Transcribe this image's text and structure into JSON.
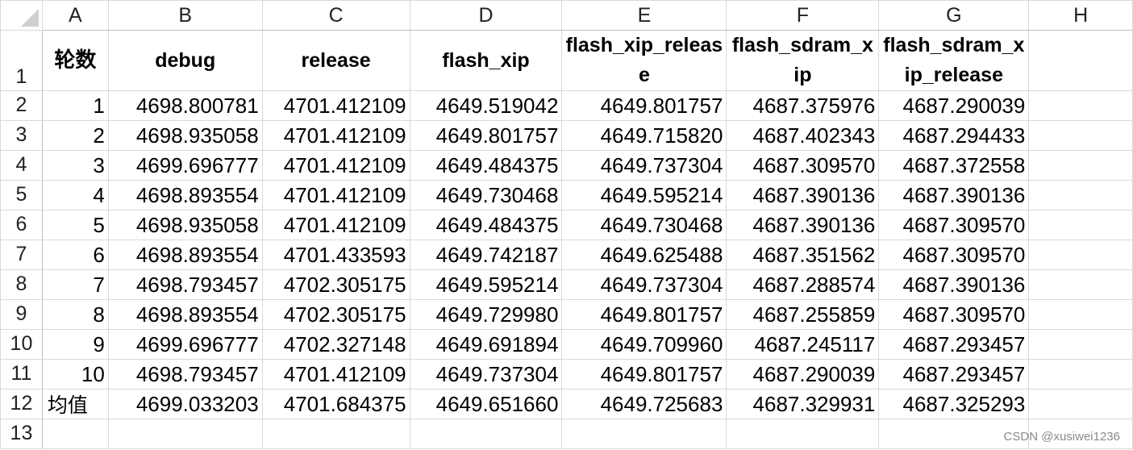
{
  "column_headers": [
    "A",
    "B",
    "C",
    "D",
    "E",
    "F",
    "G",
    "H"
  ],
  "header_row": {
    "row_number": "1",
    "cells": [
      "轮数",
      "debug",
      "release",
      "flash_xip",
      "flash_xip_release",
      "flash_sdram_xip",
      "flash_sdram_xip_release"
    ]
  },
  "rows": [
    {
      "row_number": "2",
      "cells": [
        "1",
        "4698.800781",
        "4701.412109",
        "4649.519042",
        "4649.801757",
        "4687.375976",
        "4687.290039"
      ]
    },
    {
      "row_number": "3",
      "cells": [
        "2",
        "4698.935058",
        "4701.412109",
        "4649.801757",
        "4649.715820",
        "4687.402343",
        "4687.294433"
      ]
    },
    {
      "row_number": "4",
      "cells": [
        "3",
        "4699.696777",
        "4701.412109",
        "4649.484375",
        "4649.737304",
        "4687.309570",
        "4687.372558"
      ]
    },
    {
      "row_number": "5",
      "cells": [
        "4",
        "4698.893554",
        "4701.412109",
        "4649.730468",
        "4649.595214",
        "4687.390136",
        "4687.390136"
      ]
    },
    {
      "row_number": "6",
      "cells": [
        "5",
        "4698.935058",
        "4701.412109",
        "4649.484375",
        "4649.730468",
        "4687.390136",
        "4687.309570"
      ]
    },
    {
      "row_number": "7",
      "cells": [
        "6",
        "4698.893554",
        "4701.433593",
        "4649.742187",
        "4649.625488",
        "4687.351562",
        "4687.309570"
      ]
    },
    {
      "row_number": "8",
      "cells": [
        "7",
        "4698.793457",
        "4702.305175",
        "4649.595214",
        "4649.737304",
        "4687.288574",
        "4687.390136"
      ]
    },
    {
      "row_number": "9",
      "cells": [
        "8",
        "4698.893554",
        "4702.305175",
        "4649.729980",
        "4649.801757",
        "4687.255859",
        "4687.309570"
      ]
    },
    {
      "row_number": "10",
      "cells": [
        "9",
        "4699.696777",
        "4702.327148",
        "4649.691894",
        "4649.709960",
        "4687.245117",
        "4687.293457"
      ]
    },
    {
      "row_number": "11",
      "cells": [
        "10",
        "4698.793457",
        "4701.412109",
        "4649.737304",
        "4649.801757",
        "4687.290039",
        "4687.293457"
      ]
    }
  ],
  "average_row": {
    "row_number": "12",
    "cells": [
      "均值",
      "4699.033203",
      "4701.684375",
      "4649.651660",
      "4649.725683",
      "4687.329931",
      "4687.325293"
    ]
  },
  "empty_row": {
    "row_number": "13"
  },
  "watermark": "CSDN @xusiwei1236"
}
